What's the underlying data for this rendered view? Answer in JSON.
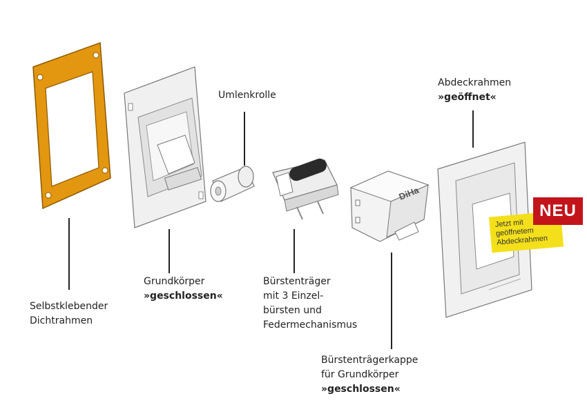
{
  "labels": {
    "dichtrahmen": [
      "Selbstklebender",
      "Dichtrahmen"
    ],
    "grundkoerper": {
      "line1": "Grundkörper",
      "bold": "»geschlossen«"
    },
    "umlenkrolle": "Umlenkrolle",
    "buerstentraeger": [
      "Bürstenträger",
      "mit 3 Einzel-",
      "bürsten und",
      "Federmechanismus"
    ],
    "kappe": {
      "line1": "Bürstenträgerkappe",
      "line2": "für Grundkörper",
      "bold": "»geschlossen«"
    },
    "abdeckrahmen": {
      "line1": "Abdeckrahmen",
      "bold": "»geöffnet«"
    }
  },
  "badge": {
    "neu": "NEU",
    "sticker": [
      "Jetzt mit",
      "geöffnetem",
      "Abdeckrahmen"
    ]
  },
  "cap_logo": "DiHa",
  "colors": {
    "gasket": "#e3960f",
    "badge": "#c4141b",
    "sticker": "#f4e01a",
    "part": "#f2f2f2"
  }
}
